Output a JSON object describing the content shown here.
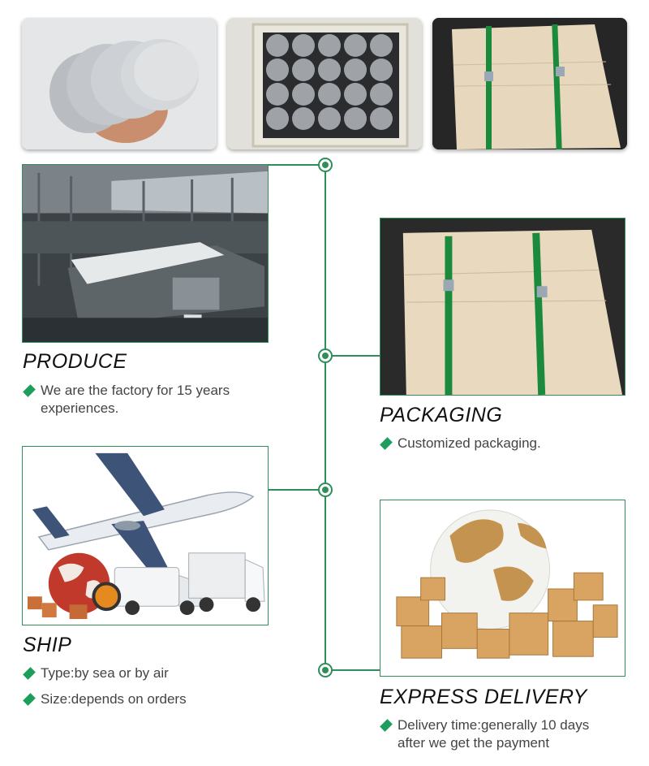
{
  "sections": {
    "produce": {
      "title": "PRODUCE",
      "lines": [
        "We are the factory for 15 years",
        "experiences."
      ]
    },
    "packaging": {
      "title": "PACKAGING",
      "lines": [
        "Customized packaging."
      ]
    },
    "ship": {
      "title": "SHIP",
      "bullets": [
        "Type:by sea or by air",
        "Size:depends on orders"
      ]
    },
    "express": {
      "title": "EXPRESS DELIVERY",
      "lines": [
        "Delivery time:generally 10 days",
        "after we get the payment"
      ]
    }
  },
  "colors": {
    "accent": "#2f8f5a",
    "bullet": "#1e9e5c",
    "heading": "#111111",
    "body_text": "#444444"
  },
  "icons": {
    "bullet": "diamond-icon",
    "timeline_node": "timeline-dot-icon"
  }
}
